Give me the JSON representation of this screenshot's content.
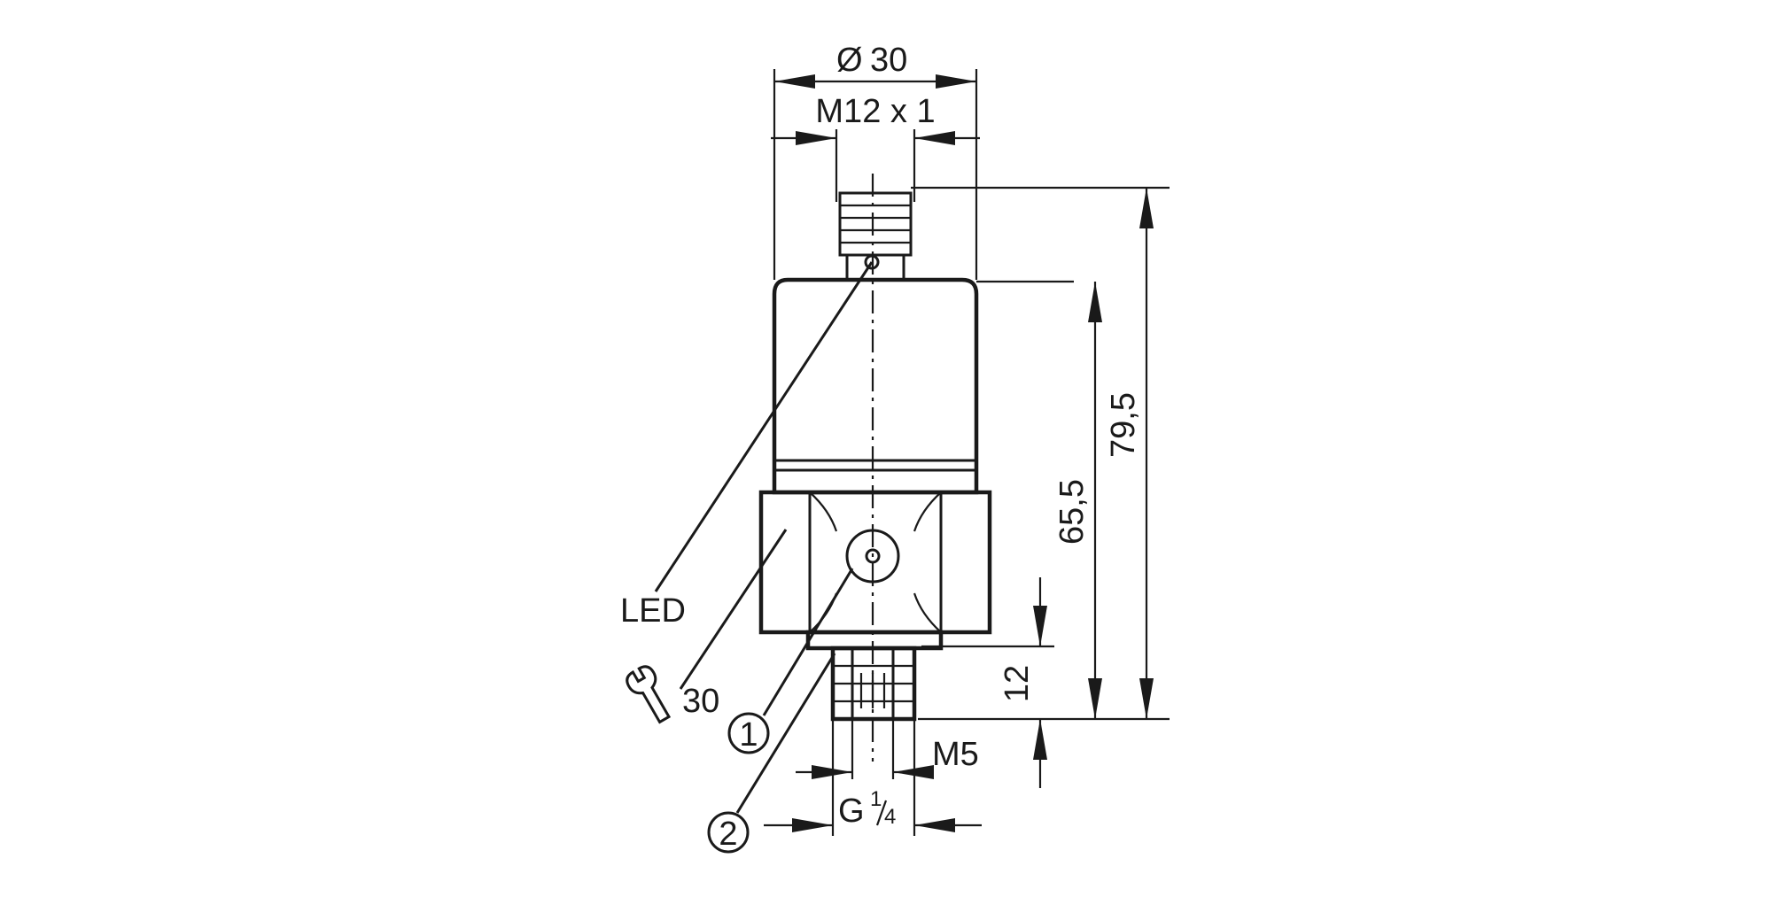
{
  "dimensions": {
    "diameter_symbol": "Ø",
    "diameter_value": "30",
    "connector_thread": "M12 x 1",
    "overall_height": "79,5",
    "body_height": "65,5",
    "thread_length": "12",
    "inner_thread": "M5",
    "process_thread_letter": "G",
    "process_thread_num": "1",
    "process_thread_den": "4"
  },
  "labels": {
    "led": "LED",
    "wrench_size": "30",
    "callout_1": "1",
    "callout_2": "2"
  },
  "icons": [
    "wrench-icon",
    "diameter-symbol"
  ]
}
